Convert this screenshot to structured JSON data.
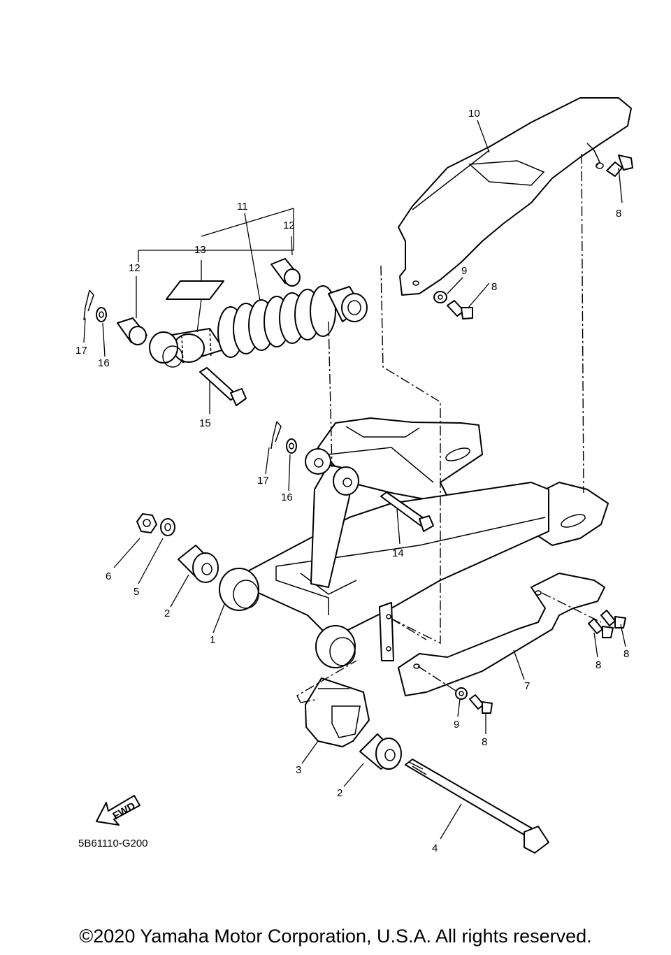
{
  "diagram_code": "5B61110-G200",
  "copyright": "©2020 Yamaha Motor Corporation, U.S.A. All rights reserved.",
  "fwd_label": "FWD",
  "callouts": [
    "1",
    "2",
    "2",
    "3",
    "4",
    "5",
    "6",
    "7",
    "8",
    "8",
    "8",
    "8",
    "8",
    "9",
    "9",
    "10",
    "11",
    "12",
    "12",
    "13",
    "14",
    "15",
    "16",
    "16",
    "17",
    "17"
  ]
}
